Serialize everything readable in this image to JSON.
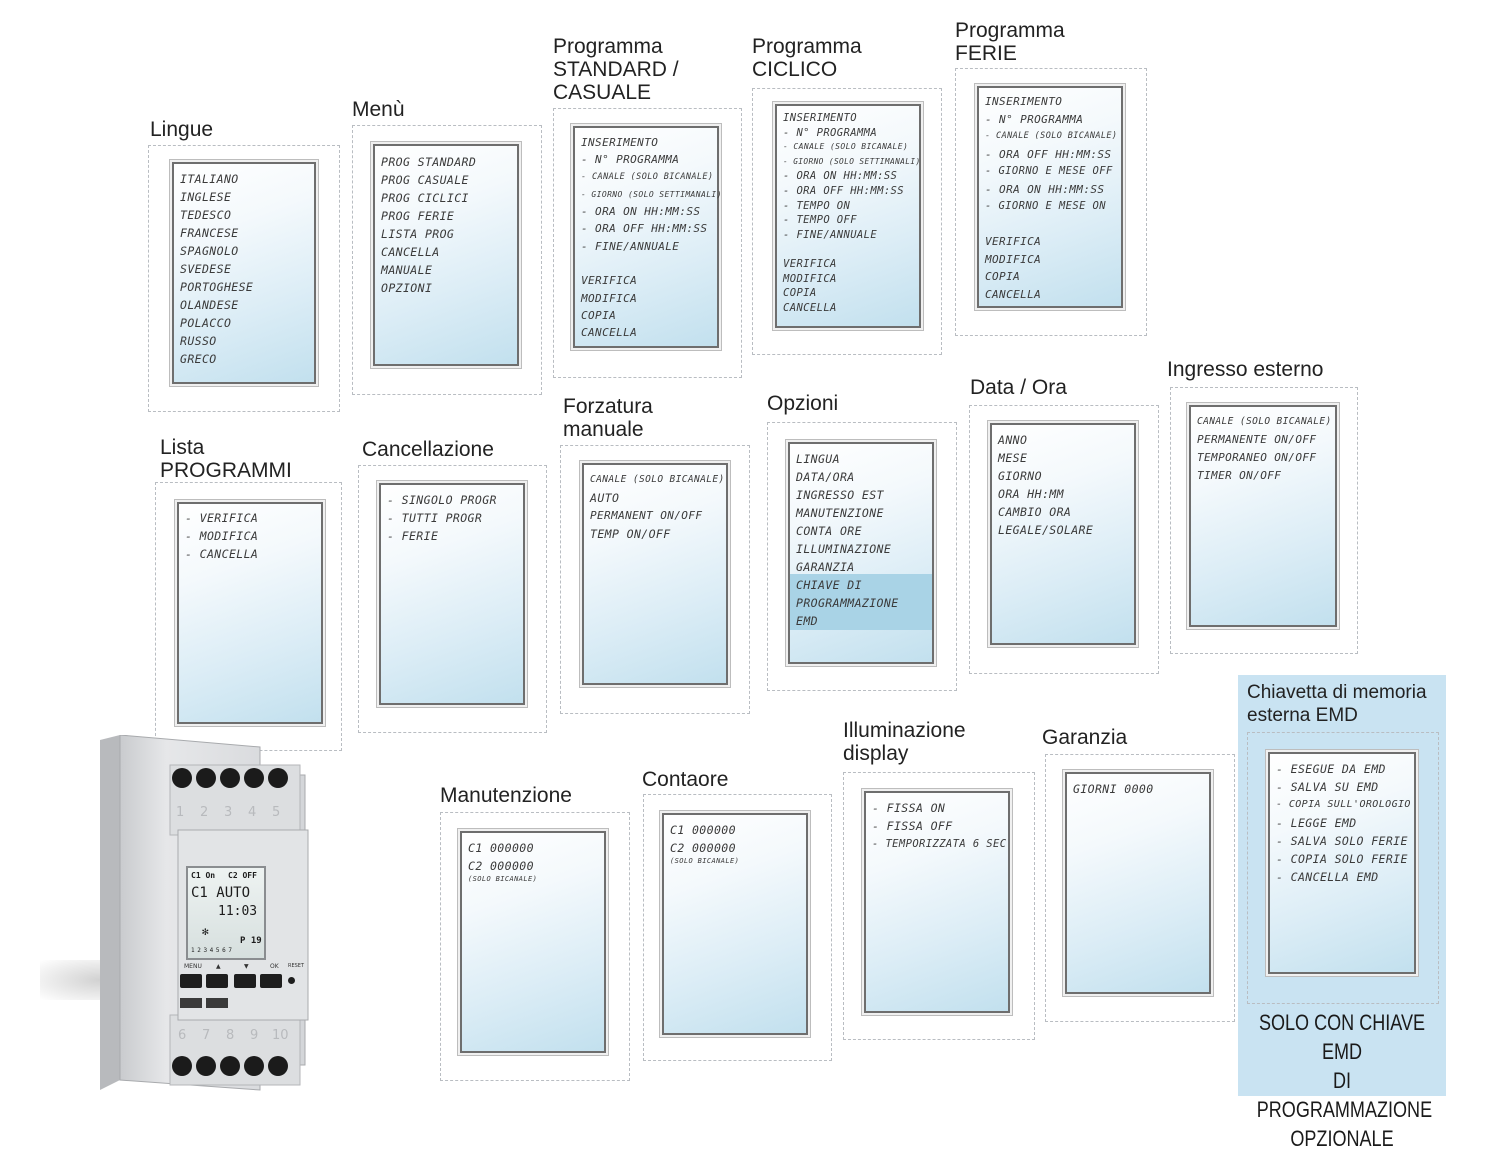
{
  "panels": {
    "lingue": {
      "title": [
        "Lingue"
      ],
      "lines": [
        "ITALIANO",
        "INGLESE",
        "TEDESCO",
        "FRANCESE",
        "SPAGNOLO",
        "SVEDESE",
        "PORTOGHESE",
        "OLANDESE",
        "POLACCO",
        "RUSSO",
        "GRECO"
      ]
    },
    "menu": {
      "title": [
        "Menù"
      ],
      "lines": [
        "PROG STANDARD",
        "PROG CASUALE",
        "PROG CICLICI",
        "PROG FERIE",
        "LISTA PROG",
        "CANCELLA",
        "MANUALE",
        "OPZIONI"
      ]
    },
    "standard": {
      "title": [
        "Programma",
        "STANDARD /",
        "CASUALE"
      ],
      "lines": [
        "INSERIMENTO",
        "- N° PROGRAMMA",
        "- CANALE (SOLO BICANALE)",
        "- GIORNO (SOLO SETTIMANALI)",
        "- ORA ON HH:MM:SS",
        "- ORA OFF HH:MM:SS",
        "- FINE/ANNUALE",
        "",
        "VERIFICA",
        "MODIFICA",
        "COPIA",
        "CANCELLA"
      ]
    },
    "ciclico": {
      "title": [
        "Programma",
        "CICLICO"
      ],
      "lines": [
        "INSERIMENTO",
        "- N° PROGRAMMA",
        "- CANALE (SOLO BICANALE)",
        "- GIORNO (SOLO SETTIMANALI)",
        "- ORA ON HH:MM:SS",
        "- ORA OFF HH:MM:SS",
        "- TEMPO ON",
        "- TEMPO OFF",
        "- FINE/ANNUALE",
        "",
        "VERIFICA",
        "MODIFICA",
        "COPIA",
        "CANCELLA"
      ]
    },
    "ferie": {
      "title": [
        "Programma",
        "FERIE"
      ],
      "lines": [
        "INSERIMENTO",
        "- N° PROGRAMMA",
        "- CANALE (SOLO BICANALE)",
        "- ORA OFF HH:MM:SS",
        "- GIORNO E MESE OFF",
        "- ORA ON HH:MM:SS",
        "- GIORNO E MESE ON",
        "",
        "VERIFICA",
        "MODIFICA",
        "COPIA",
        "CANCELLA"
      ]
    },
    "lista": {
      "title": [
        "Lista",
        "PROGRAMMI"
      ],
      "lines": [
        "- VERIFICA",
        "- MODIFICA",
        "- CANCELLA"
      ]
    },
    "cancellazione": {
      "title": [
        "Cancellazione"
      ],
      "lines": [
        "- SINGOLO PROGR",
        "- TUTTI PROGR",
        "- FERIE"
      ]
    },
    "forzatura": {
      "title": [
        "Forzatura",
        "manuale"
      ],
      "lines": [
        "CANALE (SOLO BICANALE)",
        "AUTO",
        "PERMANENT  ON/OFF",
        "TEMP ON/OFF"
      ]
    },
    "opzioni": {
      "title": [
        "Opzioni"
      ],
      "lines": [
        "LINGUA",
        "DATA/ORA",
        "INGRESSO EST",
        "MANUTENZIONE",
        "CONTA ORE",
        "ILLUMINAZIONE",
        "GARANZIA",
        "CHIAVE DI",
        "PROGRAMMAZIONE",
        "EMD"
      ]
    },
    "dataora": {
      "title": [
        "Data / Ora"
      ],
      "lines": [
        "ANNO",
        "MESE",
        "GIORNO",
        "ORA HH:MM",
        "CAMBIO ORA",
        "LEGALE/SOLARE"
      ]
    },
    "ingresso": {
      "title": [
        "Ingresso esterno"
      ],
      "lines": [
        "CANALE (SOLO BICANALE)",
        "PERMANENTE ON/OFF",
        "TEMPORANEO ON/OFF",
        "TIMER ON/OFF"
      ]
    },
    "manutenzione": {
      "title": [
        "Manutenzione"
      ],
      "lines": [
        "C1 000000",
        "C2 000000",
        "(SOLO BICANALE)"
      ]
    },
    "contaore": {
      "title": [
        "Contaore"
      ],
      "lines": [
        "C1 000000",
        "C2 000000",
        "(SOLO BICANALE)"
      ]
    },
    "illuminazione": {
      "title": [
        "Illuminazione",
        "display"
      ],
      "lines": [
        "- FISSA ON",
        "- FISSA OFF",
        "- TEMPORIZZATA 6 SEC"
      ]
    },
    "garanzia": {
      "title": [
        "Garanzia"
      ],
      "lines": [
        "GIORNI 0000"
      ]
    },
    "emd": {
      "title": [
        "Chiavetta di memoria",
        "esterna EMD"
      ],
      "lines": [
        "- ESEGUE DA EMD",
        "- SALVA SU EMD",
        "- COPIA SULL'OROLOGIO",
        "- LEGGE EMD",
        "- SALVA SOLO FERIE",
        "- COPIA SOLO FERIE",
        "- CANCELLA EMD"
      ]
    }
  },
  "emd_note": [
    "SOLO CON CHIAVE EMD",
    "DI  PROGRAMMAZIONE",
    "OPZIONALE"
  ],
  "device": {
    "terminals_top": [
      "1",
      "2",
      "3",
      "4",
      "5"
    ],
    "terminals_bottom": [
      "6",
      "7",
      "8",
      "9",
      "10"
    ],
    "lcd_c1": "C1 On",
    "lcd_c2": "C2 OFF",
    "lcd_mode": "C1 AUTO",
    "lcd_time": "11:03",
    "lcd_prog": "P 19",
    "lcd_days": "1 2 3 4 5 6 7",
    "btn_menu": "MENU",
    "btn_up": "▲",
    "btn_down": "▼",
    "btn_ok": "OK",
    "btn_reset": "RESET"
  },
  "colors": {
    "emd_background": "#c9e3f2",
    "highlight": "#a9d3e6",
    "screen_gradient_end": "#c2e0ee"
  }
}
